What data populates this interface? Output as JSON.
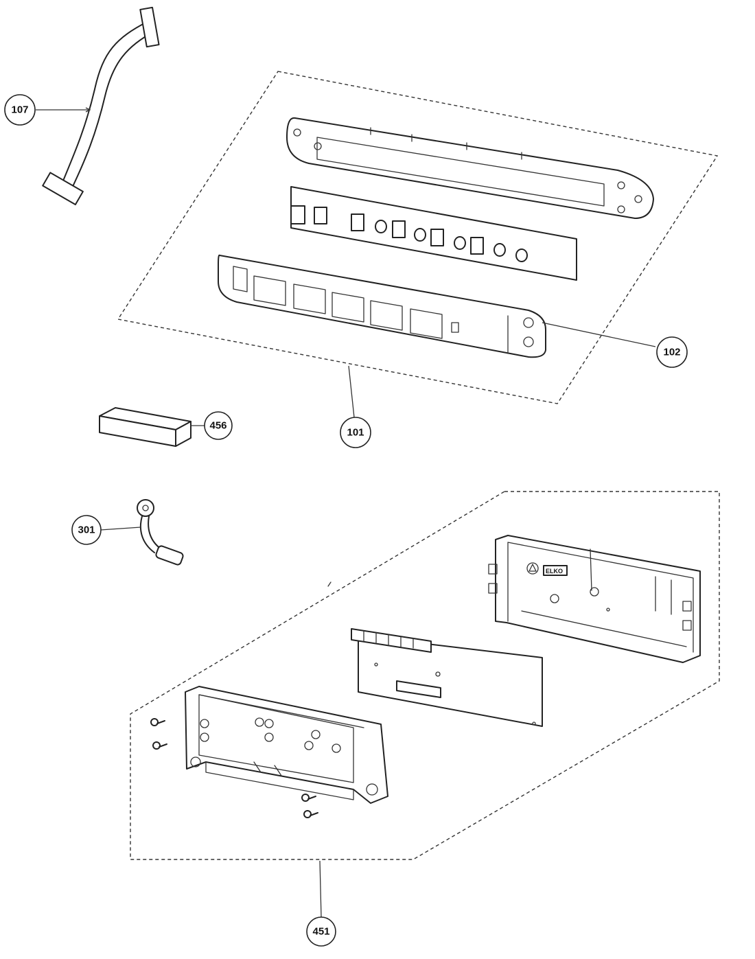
{
  "callouts": {
    "107": "107",
    "101": "101",
    "102": "102",
    "456": "456",
    "301": "301",
    "451": "451"
  },
  "part_marks": {
    "brand_logo_text": "ELKO"
  },
  "colors": {
    "line": "#222222",
    "background": "#ffffff"
  }
}
